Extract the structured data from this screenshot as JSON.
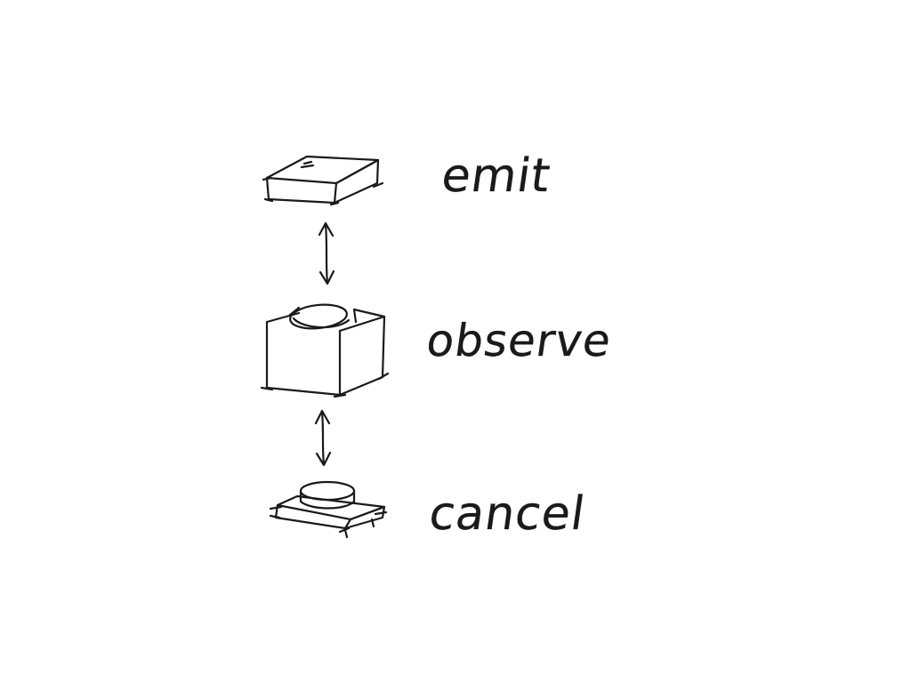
{
  "diagram": {
    "steps": [
      {
        "label": "emit"
      },
      {
        "label": "observe"
      },
      {
        "label": "cancel"
      }
    ],
    "colors": {
      "background": "#ffffff",
      "ink": "#1a1a1a"
    }
  }
}
